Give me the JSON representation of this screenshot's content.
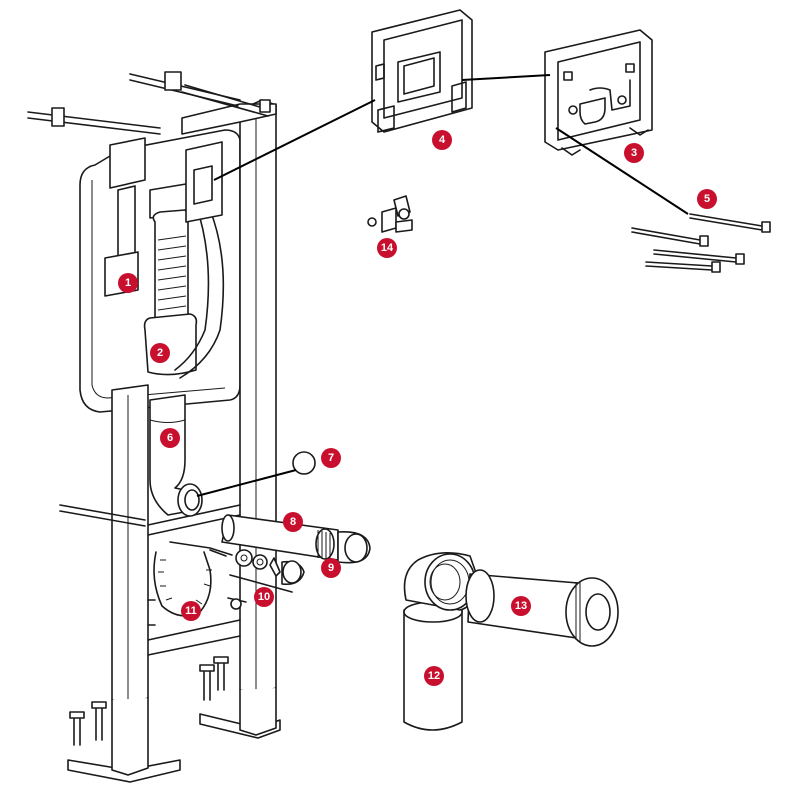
{
  "colors": {
    "badge": "#c8102e",
    "line": "#1a1a1a",
    "fill": "#ffffff"
  },
  "parts": [
    {
      "id": "part-1",
      "label": "1"
    },
    {
      "id": "part-2",
      "label": "2"
    },
    {
      "id": "part-3",
      "label": "3"
    },
    {
      "id": "part-4",
      "label": "4"
    },
    {
      "id": "part-5",
      "label": "5"
    },
    {
      "id": "part-6",
      "label": "6"
    },
    {
      "id": "part-7",
      "label": "7"
    },
    {
      "id": "part-8",
      "label": "8"
    },
    {
      "id": "part-9",
      "label": "9"
    },
    {
      "id": "part-10",
      "label": "10"
    },
    {
      "id": "part-11",
      "label": "11"
    },
    {
      "id": "part-12",
      "label": "12"
    },
    {
      "id": "part-13",
      "label": "13"
    },
    {
      "id": "part-14",
      "label": "14"
    }
  ]
}
